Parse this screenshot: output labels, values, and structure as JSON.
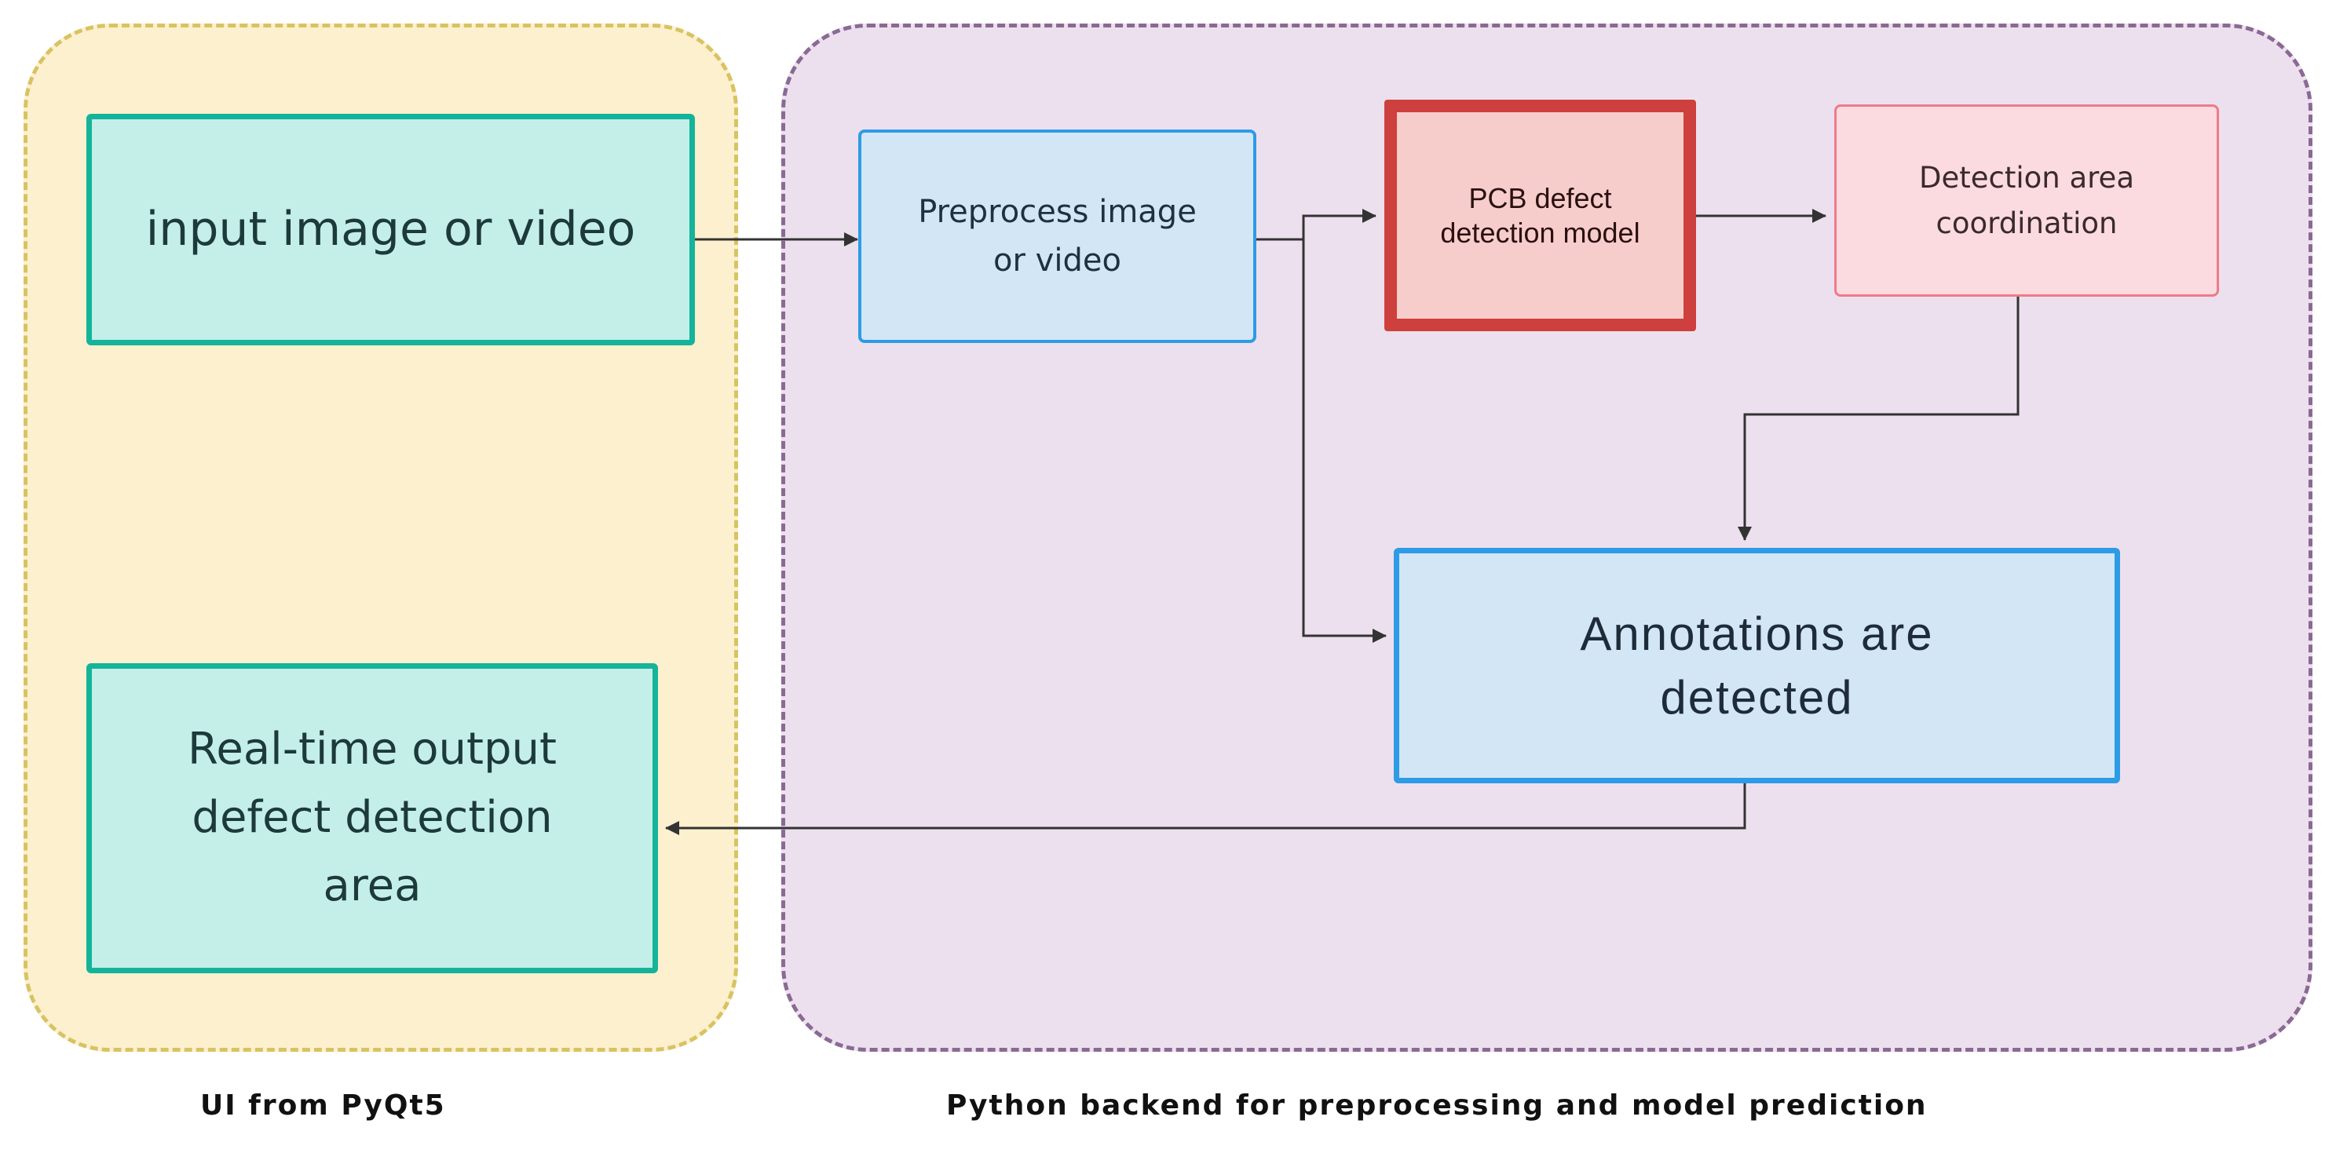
{
  "regions": {
    "ui": {
      "caption": "UI from PyQt5",
      "fill": "#fdf0cf",
      "border": "#d9c361"
    },
    "backend": {
      "caption": "Python backend for preprocessing and model prediction",
      "fill": "#ede0ee",
      "border": "#8a6a94"
    }
  },
  "nodes": {
    "input": {
      "label": "input image or video",
      "fill": "#c4efe9",
      "border": "#14b49a"
    },
    "output": {
      "label": "Real-time output defect detection area",
      "fill": "#c4efe9",
      "border": "#14b49a"
    },
    "preprocess": {
      "label": "Preprocess image or video",
      "fill": "#d3e6f6",
      "border": "#2d9be6"
    },
    "model": {
      "label": "PCB defect detection model",
      "fill": "#f7cdcc",
      "border": "#cd403d"
    },
    "coordination": {
      "label": "Detection area coordination",
      "fill": "#fbdbe0",
      "border": "#ee7b87"
    },
    "annotations": {
      "label": "Annotations are detected",
      "fill": "#d3e6f6",
      "border": "#2d9be6"
    }
  },
  "connectors": {
    "color": "#333333"
  }
}
